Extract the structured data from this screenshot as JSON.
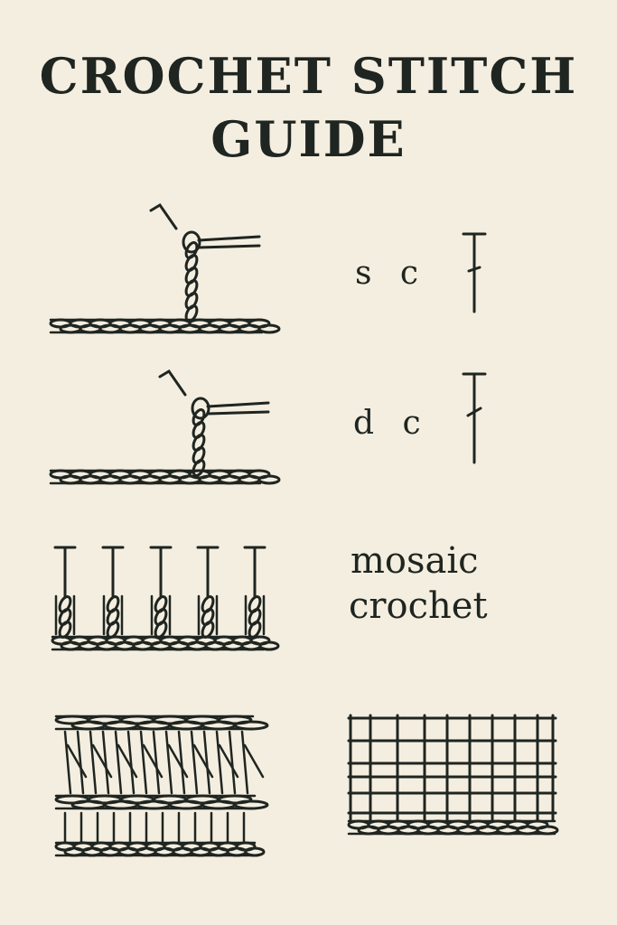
{
  "title": {
    "line1": "CROCHET STITCH",
    "line2": "GUIDE"
  },
  "stitches": [
    {
      "abbr": "s c",
      "name_icon": "single-crochet-illustration",
      "symbol_icon": "single-crochet-symbol"
    },
    {
      "abbr": "d c",
      "name_icon": "double-crochet-illustration",
      "symbol_icon": "double-crochet-symbol"
    },
    {
      "label_line1": "mosaic",
      "label_line2": "crochet",
      "name_icon": "mosaic-crochet-illustration"
    }
  ],
  "colors": {
    "background": "#f4eee1",
    "ink": "#1f2520"
  }
}
